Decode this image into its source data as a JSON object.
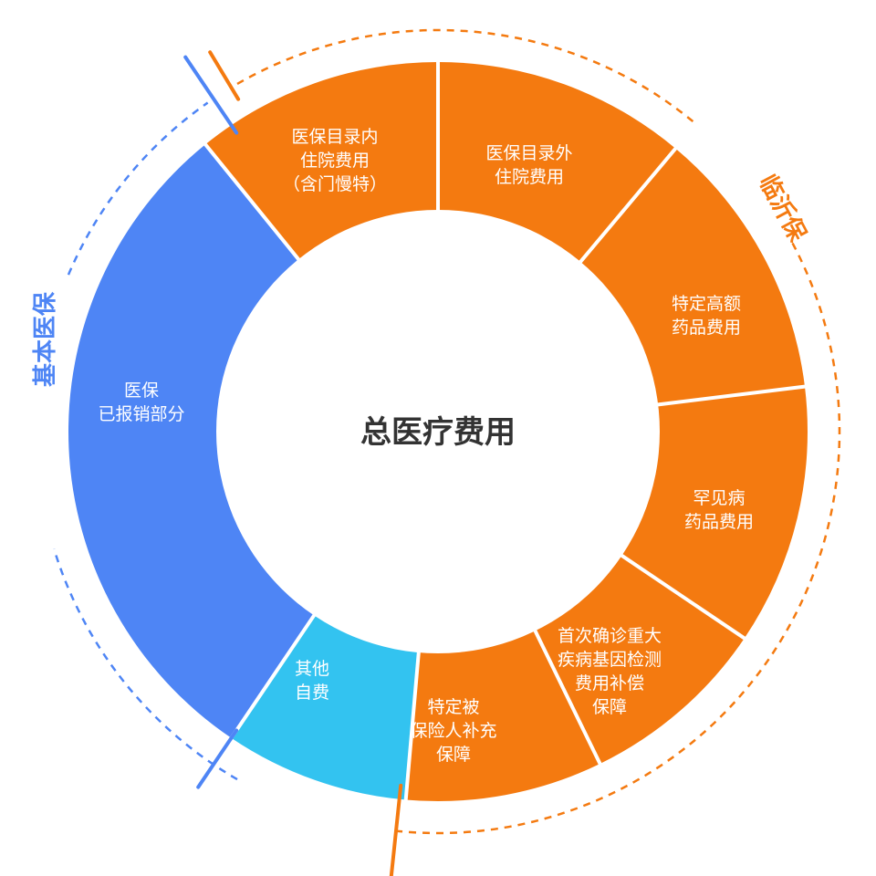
{
  "center_title": "总医疗费用",
  "colors": {
    "orange": "#f47a10",
    "blue": "#4e85f5",
    "cyan": "#33c3f0",
    "divider": "#ffffff",
    "center_text": "#333333"
  },
  "segments": [
    {
      "id": "medicare-reimbursed",
      "color": "blue",
      "lines": [
        "医保",
        "已报销部分"
      ]
    },
    {
      "id": "catalog-inpatient",
      "color": "orange",
      "lines": [
        "医保目录内",
        "住院费用",
        "（含门慢特）"
      ]
    },
    {
      "id": "off-catalog-inpatient",
      "color": "orange",
      "lines": [
        "医保目录外",
        "住院费用"
      ]
    },
    {
      "id": "high-cost-drug",
      "color": "orange",
      "lines": [
        "特定高额",
        "药品费用"
      ]
    },
    {
      "id": "rare-disease-drug",
      "color": "orange",
      "lines": [
        "罕见病",
        "药品费用"
      ]
    },
    {
      "id": "gene-testing",
      "color": "orange",
      "lines": [
        "首次确诊重大",
        "疾病基因检测",
        "费用补偿",
        "保障"
      ]
    },
    {
      "id": "insured-supplement",
      "color": "orange",
      "lines": [
        "特定被",
        "保险人补充",
        "保障"
      ]
    },
    {
      "id": "other-self-pay",
      "color": "cyan",
      "lines": [
        "其他",
        "自费"
      ]
    }
  ],
  "outer_labels": {
    "basic": "基本医保",
    "linyi": "临沂保"
  }
}
